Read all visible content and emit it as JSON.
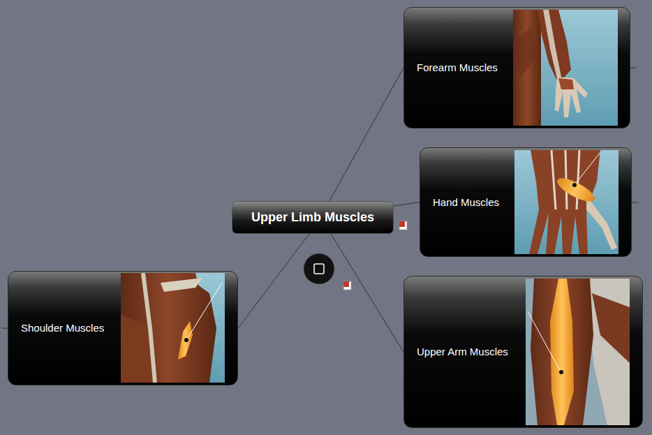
{
  "diagram": {
    "nodes": [
      {
        "text": [
          "Forearm Muscles"
        ]
      },
      {
        "text": [
          "Hand Muscles"
        ]
      },
      {
        "text": [
          "Upper Limb Muscles"
        ]
      },
      {
        "text": [
          "Shoulder Muscles"
        ]
      },
      {
        "text": [
          "Upper Arm Muscles"
        ]
      }
    ],
    "edges": [
      {
        "from": 2,
        "to": 0,
        "arrow": "none"
      },
      {
        "from": 2,
        "to": 1,
        "arrow": "none"
      },
      {
        "from": 2,
        "to": 3,
        "arrow": "none"
      },
      {
        "from": 2,
        "to": 4,
        "arrow": "none"
      }
    ]
  }
}
